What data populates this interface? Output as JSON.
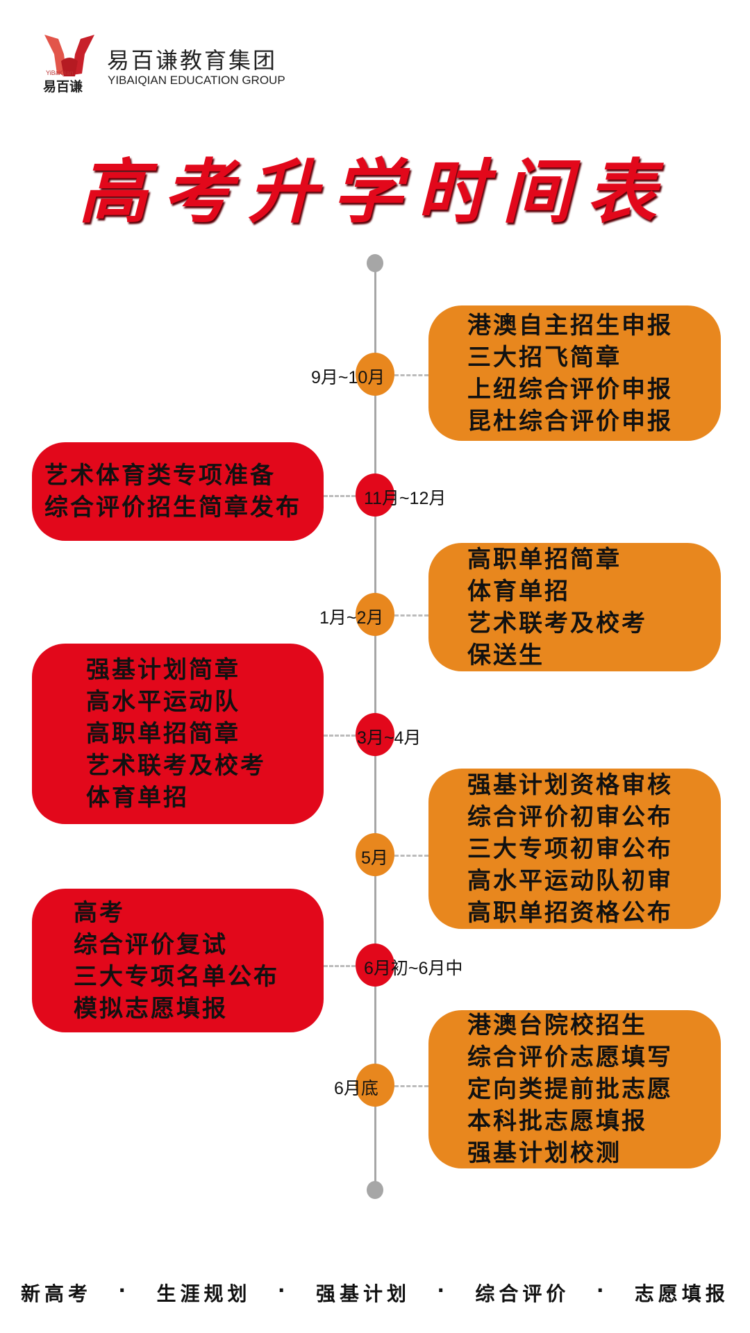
{
  "brand": {
    "name_cn": "易百谦教育集团",
    "name_en": "YIBAIQIAN EDUCATION GROUP",
    "logo_small_en": "YiBaiQian",
    "logo_small_cn": "易百谦"
  },
  "title": "高考升学时间表",
  "colors": {
    "orange": "#E8871E",
    "red": "#E2081B",
    "line": "#A6A6A6"
  },
  "timeline": [
    {
      "period": "9月~10月",
      "color": "orange",
      "side": "right",
      "items": [
        "港澳自主招生申报",
        "三大招飞简章",
        "上纽综合评价申报",
        "昆杜综合评价申报"
      ]
    },
    {
      "period": "11月~12月",
      "color": "red",
      "side": "left",
      "items": [
        "艺术体育类专项准备",
        "综合评价招生简章发布"
      ]
    },
    {
      "period": "1月~2月",
      "color": "orange",
      "side": "right",
      "items": [
        "高职单招简章",
        "体育单招",
        "艺术联考及校考",
        "保送生"
      ]
    },
    {
      "period": "3月~4月",
      "color": "red",
      "side": "left",
      "items": [
        "强基计划简章",
        "高水平运动队",
        "高职单招简章",
        "艺术联考及校考",
        "体育单招"
      ]
    },
    {
      "period": "5月",
      "color": "orange",
      "side": "right",
      "items": [
        "强基计划资格审核",
        "综合评价初审公布",
        "三大专项初审公布",
        "高水平运动队初审",
        "高职单招资格公布"
      ]
    },
    {
      "period": "6月初~6月中",
      "color": "red",
      "side": "left",
      "items": [
        "高考",
        "综合评价复试",
        "三大专项名单公布",
        "模拟志愿填报"
      ]
    },
    {
      "period": "6月底",
      "color": "orange",
      "side": "right",
      "items": [
        "港澳台院校招生",
        "综合评价志愿填写",
        "定向类提前批志愿",
        "本科批志愿填报",
        "强基计划校测"
      ]
    }
  ],
  "footer": [
    "新高考",
    "·",
    "生涯规划",
    "·",
    "强基计划",
    "·",
    "综合评价",
    "·",
    "志愿填报"
  ]
}
